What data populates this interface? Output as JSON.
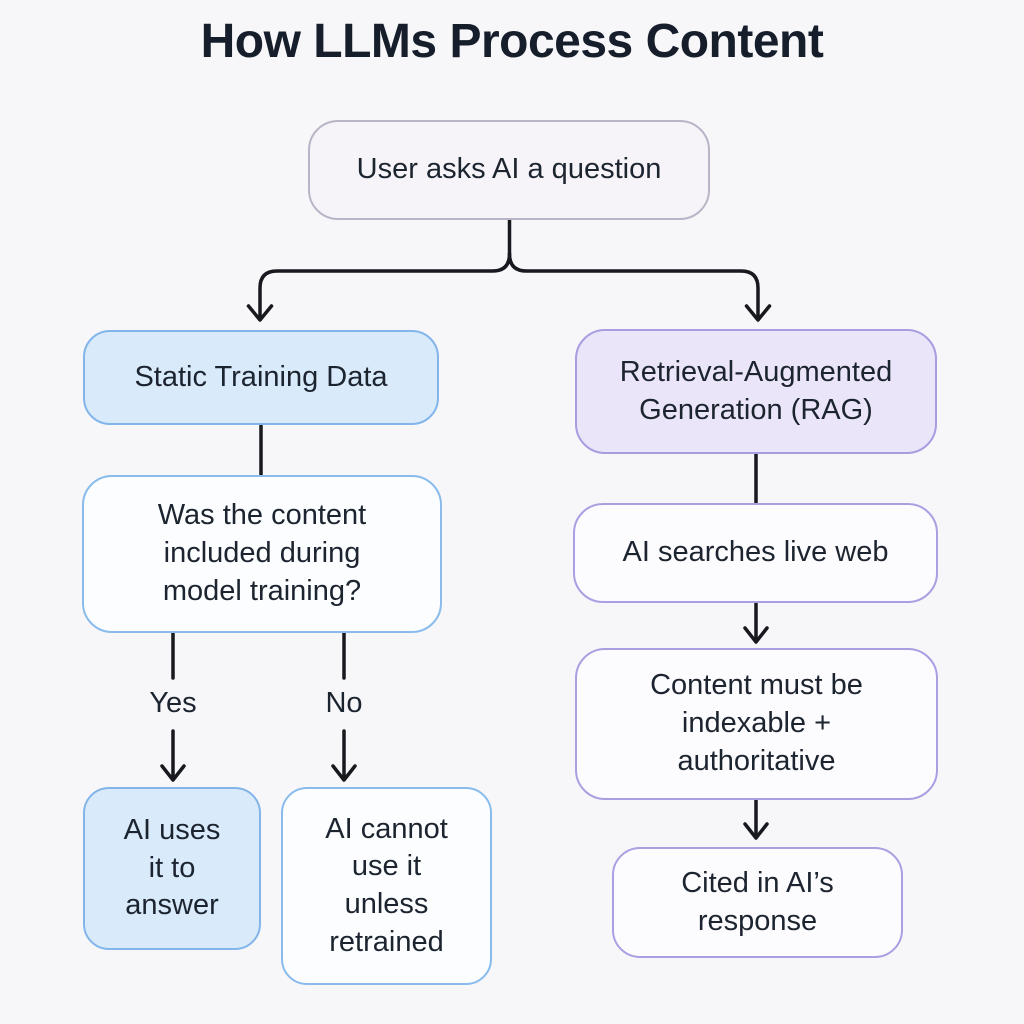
{
  "title": "How LLMs Process Content",
  "nodes": {
    "root": "User asks AI a question",
    "static_training": "Static Training Data",
    "rag": "Retrieval-Augmented\nGeneration (RAG)",
    "question": "Was the content\nincluded during\nmodel training?",
    "ai_uses": "AI uses\nit to\nanswer",
    "ai_cannot": "AI cannot\nuse it\nunless\nretrained",
    "searches": "AI searches live web",
    "indexable": "Content must be\nindexable +\nauthoritative",
    "cited": "Cited in AI’s\nresponse"
  },
  "edge_labels": {
    "yes": "Yes",
    "no": "No"
  },
  "colors": {
    "background": "#f7f7fa",
    "title_text": "#161e2b",
    "box_text": "#1c242f",
    "connector_line": "#17191e",
    "blue_fill": "#d9eafa",
    "blue_border": "#82b5ea",
    "purple_fill": "#eae5f8",
    "purple_border": "#a89de0",
    "neutral_fill": "#f6f4f9",
    "neutral_border": "#b9b5c6",
    "white_blue_fill": "#fbfdff",
    "white_purple_fill": "#fcfbfe"
  }
}
